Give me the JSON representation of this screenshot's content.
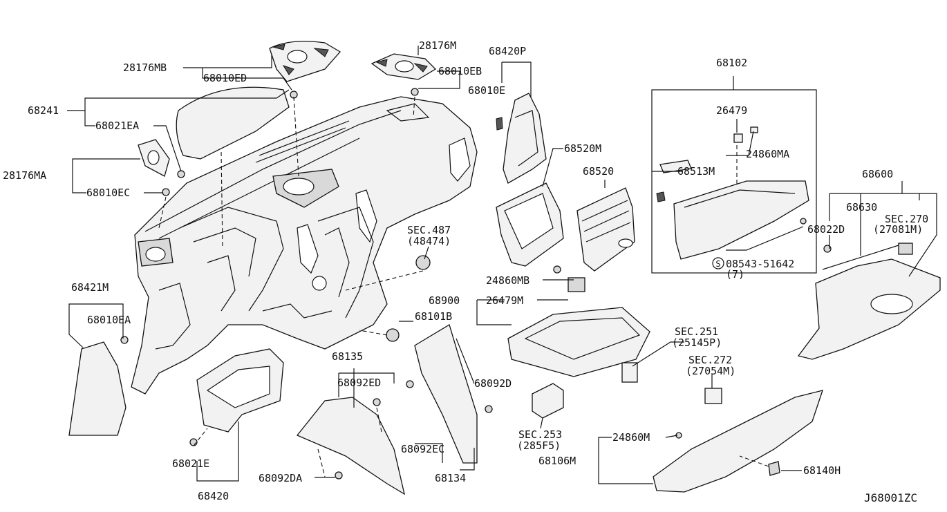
{
  "labels": {
    "l_28176MB": "28176MB",
    "l_68010ED": "68010ED",
    "l_28176M": "28176M",
    "l_68010EB": "68010EB",
    "l_68420P": "68420P",
    "l_68010E": "68010E",
    "l_68102": "68102",
    "l_68241": "68241",
    "l_68021EA": "68021EA",
    "l_26479a": "26479",
    "l_24860MA": "24860MA",
    "l_68520M": "68520M",
    "l_28176MA": "28176MA",
    "l_68010EC": "68010EC",
    "l_68513M": "68513M",
    "l_68520": "68520",
    "l_68600": "68600",
    "l_68630": "68630",
    "l_sec270": "SEC.270",
    "l_27081M": "(27081M)",
    "l_68022D": "68022D",
    "l_sec487": "SEC.487",
    "l_48474": "(48474)",
    "l_08543": "08543-51642",
    "l_7": "(7)",
    "l_24860MB": "24860MB",
    "l_68421M": "68421M",
    "l_68900": "68900",
    "l_26479M": "26479M",
    "l_68010EA": "68010EA",
    "l_68101B": "68101B",
    "l_sec251": "SEC.251",
    "l_25145P": "(25145P)",
    "l_68135": "68135",
    "l_sec272": "SEC.272",
    "l_27054M": "(27054M)",
    "l_68092ED": "68092ED",
    "l_68092D": "68092D",
    "l_sec253": "SEC.253",
    "l_285F5": "(285F5)",
    "l_24860M": "24860M",
    "l_68092EC": "68092EC",
    "l_68106M": "68106M",
    "l_68021E": "68021E",
    "l_68140H": "68140H",
    "l_68092DA": "68092DA",
    "l_68134": "68134",
    "l_68420": "68420",
    "l_S": "S",
    "diagram_code": "J68001ZC"
  },
  "colors": {
    "line": "#111111",
    "part_fill": "#f2f2f2",
    "background": "#ffffff"
  }
}
